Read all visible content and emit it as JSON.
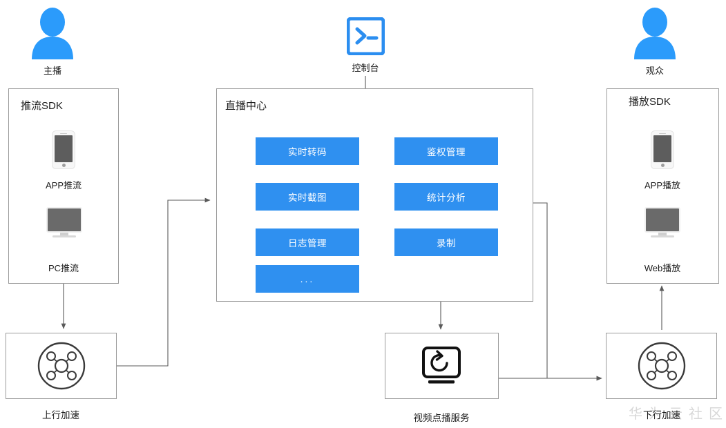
{
  "colors": {
    "accent_blue": "#2f90f0",
    "person_blue": "#2b9bfb",
    "line_gray": "#5a5a5a",
    "border_gray": "#9a9a9a",
    "device_gray": "#6a6a6a",
    "watermark_gray": "#d8d8d8"
  },
  "actors": {
    "anchor": {
      "label": "主播",
      "icon": "person-icon"
    },
    "viewer": {
      "label": "观众",
      "icon": "person-icon"
    },
    "console": {
      "label": "控制台",
      "icon": "terminal-icon"
    }
  },
  "push_sdk": {
    "title": "推流SDK",
    "items": [
      {
        "icon": "phone-icon",
        "label": "APP推流"
      },
      {
        "icon": "monitor-icon",
        "label": "PC推流"
      }
    ]
  },
  "play_sdk": {
    "title": "播放SDK",
    "items": [
      {
        "icon": "phone-icon",
        "label": "APP播放"
      },
      {
        "icon": "monitor-icon",
        "label": "Web播放"
      }
    ]
  },
  "live_center": {
    "title": "直播中心",
    "services_left": [
      "实时转码",
      "实时截图",
      "日志管理",
      "..."
    ],
    "services_right": [
      "鉴权管理",
      "统计分析",
      "录制"
    ]
  },
  "nodes": {
    "upstream_cdn": {
      "label": "上行加速",
      "icon": "cdn-node-icon"
    },
    "vod_service": {
      "label": "视频点播服务",
      "icon": "vod-replay-icon"
    },
    "downstream_cdn": {
      "label": "下行加速",
      "icon": "cdn-node-icon"
    }
  },
  "watermark": {
    "text": "华为云社区"
  }
}
